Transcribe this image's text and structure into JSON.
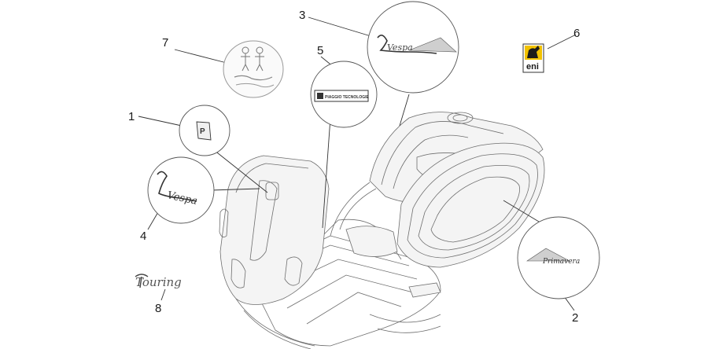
{
  "callouts": [
    {
      "id": "1",
      "label": "1"
    },
    {
      "id": "2",
      "label": "2"
    },
    {
      "id": "3",
      "label": "3"
    },
    {
      "id": "4",
      "label": "4"
    },
    {
      "id": "5",
      "label": "5"
    },
    {
      "id": "6",
      "label": "6"
    },
    {
      "id": "7",
      "label": "7"
    },
    {
      "id": "8",
      "label": "8"
    }
  ],
  "decals": {
    "vespa_script": "Vespa",
    "touring_script": "Touring",
    "piaggio_label": "PIAGGIO TECNOLOGIE",
    "eni_text": "eni",
    "primavera_script": "Primavera"
  },
  "colors": {
    "line": "#333333",
    "scooter": "#6e6e6e",
    "eni_yellow": "#f2c200"
  }
}
